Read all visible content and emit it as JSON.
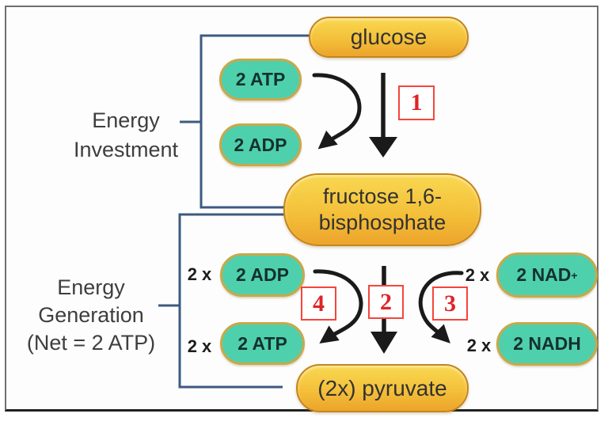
{
  "sections": {
    "investment": {
      "label": "Energy\nInvestment"
    },
    "generation": {
      "label": "Energy\nGeneration\n(Net = 2 ATP)"
    }
  },
  "metabolites": {
    "glucose": "glucose",
    "fructose": "fructose 1,6-\nbisphosphate",
    "pyruvate": "(2x) pyruvate"
  },
  "cofactors": {
    "atp_invested": {
      "label": "2 ATP"
    },
    "adp_released": {
      "label": "2 ADP"
    },
    "adp_generation": {
      "multiplier": "2 x",
      "label": "2 ADP"
    },
    "atp_generation": {
      "multiplier": "2 x",
      "label": "2 ATP"
    },
    "nad": {
      "multiplier": "2 x",
      "label": "2 NAD",
      "superscript": "+"
    },
    "nadh": {
      "multiplier": "2 x",
      "label": "2 NADH"
    }
  },
  "steps": {
    "step1": "1",
    "step2": "2",
    "step3": "3",
    "step4": "4"
  },
  "colors": {
    "metabolite_fill_top": "#f9d851",
    "metabolite_fill_bottom": "#eca42b",
    "metabolite_border": "#c5851a",
    "cofactor_fill": "#4fd0ad",
    "cofactor_border": "#c9a84a",
    "bracket_line": "#3d5a80",
    "arrow": "#1a1a1a",
    "step_box_border": "#f5453c",
    "step_number": "#de2428",
    "frame_border": "#6f6f6f"
  }
}
